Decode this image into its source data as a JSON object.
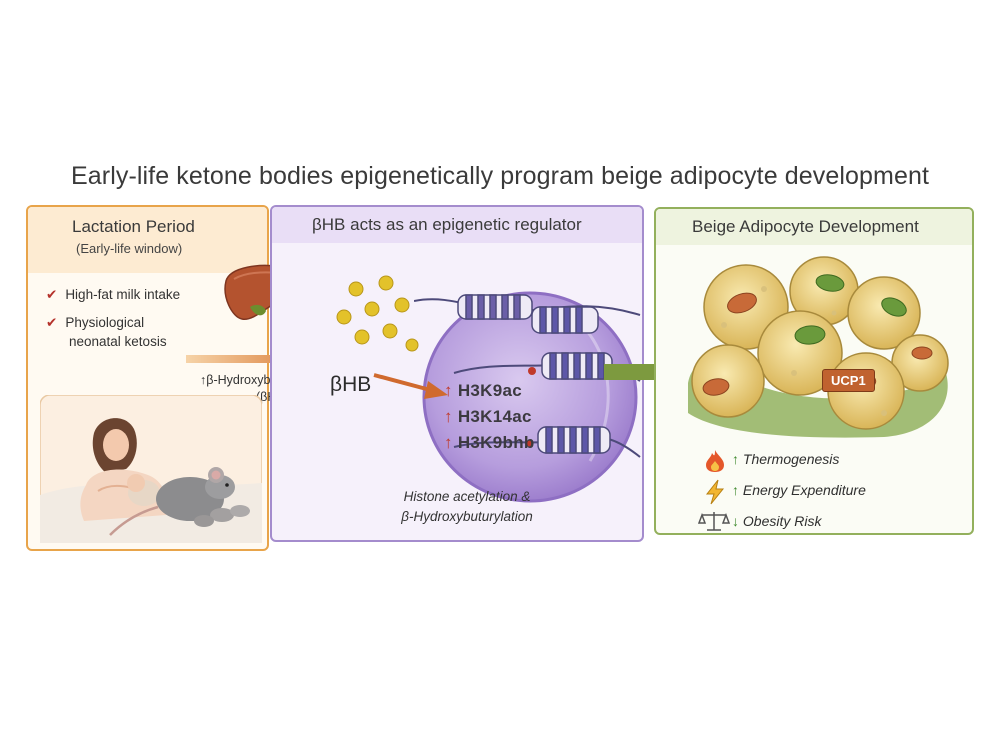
{
  "title": "Early-life ketone bodies epigenetically program beige adipocyte development",
  "lactation": {
    "heading": "Lactation Period",
    "subheading": "(Early-life window)",
    "items": [
      "High-fat milk intake",
      "Physiological neonatal ketosis"
    ],
    "items_lines": [
      [
        "High-fat milk intake"
      ],
      [
        "Physiological",
        "neonatal ketosis"
      ]
    ],
    "product_arrow": "↑",
    "product_name": "β-Hydroxybutyrate",
    "product_abbr": "(βHB)"
  },
  "regulator": {
    "heading": "βHB acts as an epigenetic regulator",
    "molecule": "βHB",
    "marks": [
      {
        "arrow": "↑",
        "label": "H3K9ac"
      },
      {
        "arrow": "↑",
        "label": "H3K14ac"
      },
      {
        "arrow": "↑",
        "label": "H3K9bhb"
      }
    ],
    "caption_lines": [
      "Histone acetylation &",
      "β-Hydroxybuturylation"
    ]
  },
  "beige": {
    "heading": "Beige Adipocyte Development",
    "marker": "UCP1",
    "outcomes": [
      {
        "icon": "flame-icon",
        "direction": "up",
        "arrow": "↑",
        "label": "Thermogenesis"
      },
      {
        "icon": "lightning-icon",
        "direction": "up",
        "arrow": "↑",
        "label": "Energy Expenditure"
      },
      {
        "icon": "scale-icon",
        "direction": "down",
        "arrow": "↓",
        "label": "Obesity Risk"
      }
    ]
  },
  "colors": {
    "lactation_border": "#e8a44a",
    "regulator_border": "#a48ccd",
    "beige_border": "#93b05c",
    "up_mark": "#c0392b",
    "outcome_arrow": "#3f8a2e"
  }
}
